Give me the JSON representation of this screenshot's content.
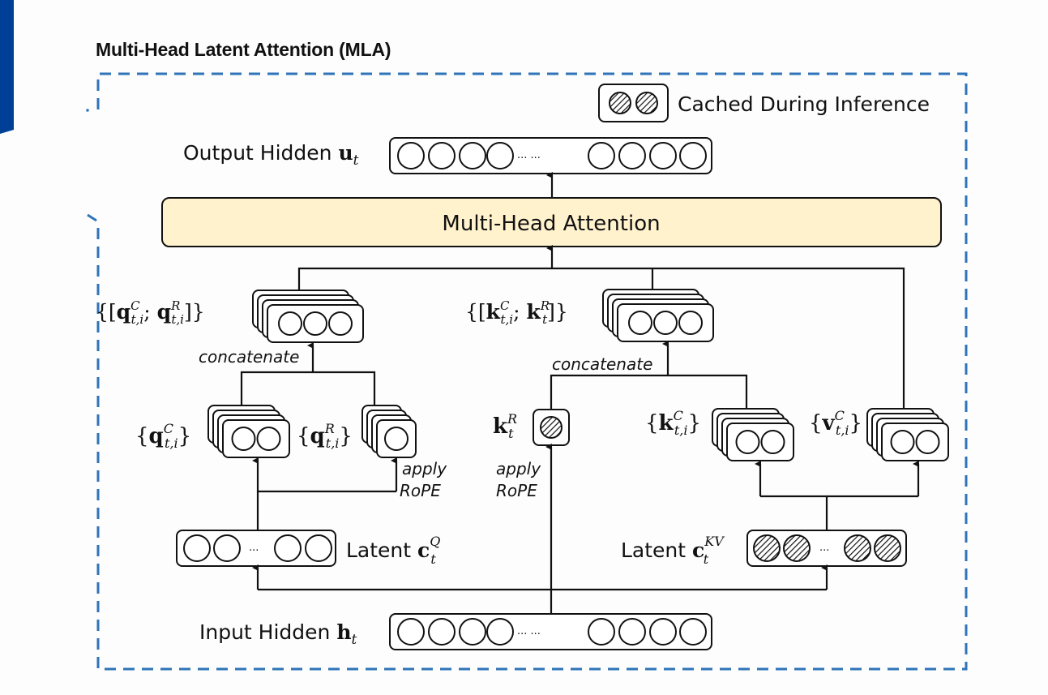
{
  "title": "Multi-Head Latent Attention (MLA)",
  "legend": {
    "label": "Cached During Inference",
    "icon": "hatched-circle-icon"
  },
  "colors": {
    "frame": "#2f74b8",
    "attention_fill": "#fff2cc",
    "stroke": "#111111",
    "accent_bar": "#003f96"
  },
  "nodes": {
    "output_hidden": {
      "label": "Output Hidden ",
      "symbol": "u",
      "sub": "t"
    },
    "mha": {
      "label": "Multi-Head Attention"
    },
    "q_concat": {
      "label_pre": "{[",
      "sym1": "q",
      "sup1": "C",
      "sub1": "t,i",
      "sep": "; ",
      "sym2": "q",
      "sup2": "R",
      "sub2": "t,i",
      "label_post": "]}"
    },
    "k_concat": {
      "label_pre": "{[",
      "sym1": "k",
      "sup1": "C",
      "sub1": "t,i",
      "sep": "; ",
      "sym2": "k",
      "sup2": "R",
      "sub2": "t",
      "label_post": "]}"
    },
    "q_c": {
      "pre": "{",
      "sym": "q",
      "sup": "C",
      "sub": "t,i",
      "post": "}"
    },
    "q_r": {
      "pre": "{",
      "sym": "q",
      "sup": "R",
      "sub": "t,i",
      "post": "}"
    },
    "k_r": {
      "sym": "k",
      "sup": "R",
      "sub": "t"
    },
    "k_c": {
      "pre": "{",
      "sym": "k",
      "sup": "C",
      "sub": "t,i",
      "post": "}"
    },
    "v_c": {
      "pre": "{",
      "sym": "v",
      "sup": "C",
      "sub": "t,i",
      "post": "}"
    },
    "latent_q": {
      "label": "Latent ",
      "sym": "c",
      "sup": "Q",
      "sub": "t"
    },
    "latent_kv": {
      "label": "Latent ",
      "sym": "c",
      "sup": "KV",
      "sub": "t"
    },
    "input_hidden": {
      "label": "Input Hidden ",
      "symbol": "h",
      "sub": "t"
    }
  },
  "annotations": {
    "concat_q": "concatenate",
    "concat_k": "concatenate",
    "apply_q_1": "apply",
    "apply_q_2": "RoPE",
    "apply_k_1": "apply",
    "apply_k_2": "RoPE"
  },
  "ellipsis": "···",
  "ellipsis_double": "··· ···"
}
